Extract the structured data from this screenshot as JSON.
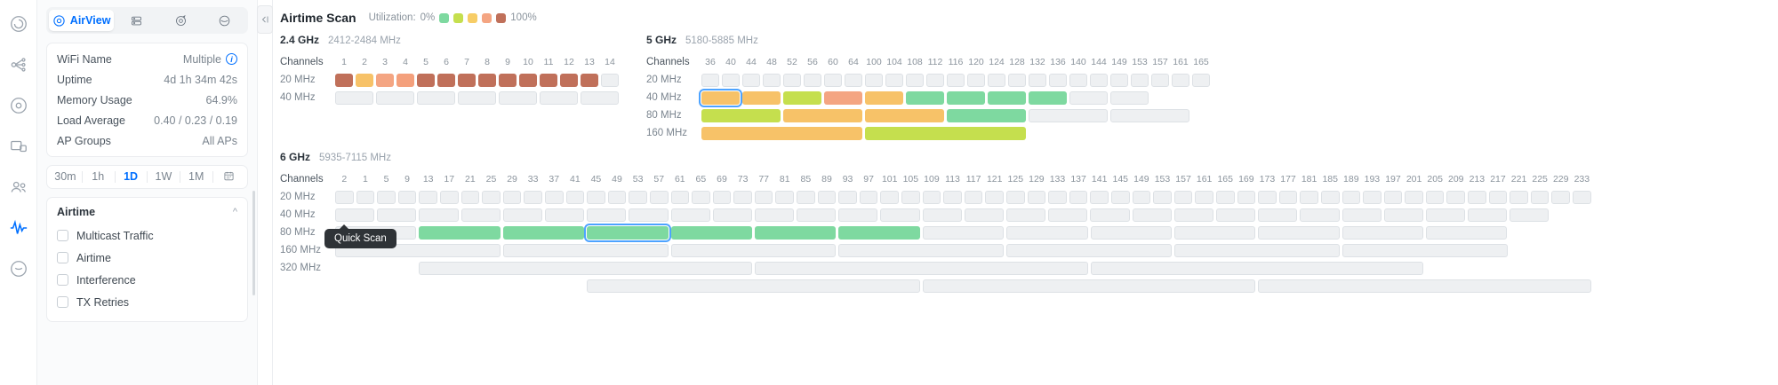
{
  "rail": {
    "items": [
      {
        "name": "dashboard-icon",
        "active": false
      },
      {
        "name": "topology-icon",
        "active": false
      },
      {
        "name": "devices-icon",
        "active": false
      },
      {
        "name": "clients-icon",
        "active": false
      },
      {
        "name": "users-icon",
        "active": false
      },
      {
        "name": "insights-icon",
        "active": true
      },
      {
        "name": "settings-icon",
        "active": false
      }
    ]
  },
  "panel": {
    "tabs": [
      {
        "label": "AirView",
        "icon": "airview-icon",
        "active": true
      },
      {
        "label": "",
        "icon": "list-icon",
        "active": false
      },
      {
        "label": "",
        "icon": "target-icon",
        "active": false
      },
      {
        "label": "",
        "icon": "smile-icon",
        "active": false
      }
    ],
    "stats": [
      {
        "key": "WiFi Name",
        "value": "Multiple",
        "info": true
      },
      {
        "key": "Uptime",
        "value": "4d 1h 34m 42s",
        "info": false
      },
      {
        "key": "Memory Usage",
        "value": "64.9%",
        "info": false
      },
      {
        "key": "Load Average",
        "value": "0.40 / 0.23 / 0.19",
        "info": false
      },
      {
        "key": "AP Groups",
        "value": "All APs",
        "info": false
      }
    ],
    "ranges": [
      {
        "label": "30m",
        "active": false
      },
      {
        "label": "1h",
        "active": false
      },
      {
        "label": "1D",
        "active": true
      },
      {
        "label": "1W",
        "active": false
      },
      {
        "label": "1M",
        "active": false
      }
    ],
    "calendar_icon": "calendar-icon",
    "airtime": {
      "title": "Airtime",
      "collapse_icon": "chevron-up-icon",
      "checkboxes": [
        {
          "label": "Multicast Traffic",
          "checked": false
        },
        {
          "label": "Airtime",
          "checked": false
        },
        {
          "label": "Interference",
          "checked": false
        },
        {
          "label": "TX Retries",
          "checked": false
        }
      ]
    }
  },
  "collapse_button": {
    "name": "collapse-panel-button",
    "glyph": "←|"
  },
  "main": {
    "title": "Airtime Scan",
    "utilization": {
      "label": "Utilization:",
      "min": "0%",
      "max": "100%",
      "scale_colors": [
        "#7ed9a0",
        "#c5df4e",
        "#f7cd66",
        "#f4a582",
        "#c0705a"
      ]
    },
    "tooltip": {
      "text": "Quick Scan"
    },
    "colors": {
      "empty_fill": "#eef0f2",
      "empty_border": "#dde1e5",
      "selection": "#4da3ff",
      "green": "#7ed9a0",
      "lime": "#c5df4e",
      "amber": "#f7c268",
      "salmon": "#f4a582",
      "brown": "#c07a63",
      "rust": "#bf7158"
    }
  },
  "chart_data": {
    "type": "heatmap",
    "title": "Airtime Scan",
    "legend": {
      "label": "Utilization:",
      "min": "0%",
      "max": "100%",
      "position": "top"
    },
    "bands": [
      {
        "name": "2.4 GHz",
        "freq": "2412-2484 MHz",
        "channels_label": "Channels",
        "channels": [
          1,
          2,
          3,
          4,
          5,
          6,
          7,
          8,
          9,
          10,
          11,
          12,
          13,
          14
        ],
        "rows": [
          {
            "label": "20 MHz",
            "span": 1,
            "cells": [
              {
                "w": 1,
                "color": "#c0705a"
              },
              {
                "w": 1,
                "color": "#f7c268"
              },
              {
                "w": 1,
                "color": "#f4a582"
              },
              {
                "w": 1,
                "color": "#f4a07c"
              },
              {
                "w": 1,
                "color": "#c0705a"
              },
              {
                "w": 1,
                "color": "#c0705a"
              },
              {
                "w": 1,
                "color": "#c0705a"
              },
              {
                "w": 1,
                "color": "#c0705a"
              },
              {
                "w": 1,
                "color": "#c0705a"
              },
              {
                "w": 1,
                "color": "#c0705a"
              },
              {
                "w": 1,
                "color": "#c0705a"
              },
              {
                "w": 1,
                "color": "#c0705a"
              },
              {
                "w": 1,
                "color": "#c0705a"
              },
              {
                "w": 1,
                "color": null
              }
            ]
          },
          {
            "label": "40 MHz",
            "span": 2,
            "cells": [
              {
                "w": 2,
                "color": null
              },
              {
                "w": 2,
                "color": null
              },
              {
                "w": 2,
                "color": null
              },
              {
                "w": 2,
                "color": null
              },
              {
                "w": 2,
                "color": null
              },
              {
                "w": 2,
                "color": null
              },
              {
                "w": 2,
                "color": null
              }
            ]
          }
        ]
      },
      {
        "name": "5 GHz",
        "freq": "5180-5885 MHz",
        "channels_label": "Channels",
        "channels": [
          36,
          40,
          44,
          48,
          52,
          56,
          60,
          64,
          100,
          104,
          108,
          112,
          116,
          120,
          124,
          128,
          132,
          136,
          140,
          144,
          149,
          153,
          157,
          161,
          165
        ],
        "rows": [
          {
            "label": "20 MHz",
            "span": 1,
            "cells": [
              {
                "w": 1,
                "color": null
              },
              {
                "w": 1,
                "color": null
              },
              {
                "w": 1,
                "color": null
              },
              {
                "w": 1,
                "color": null
              },
              {
                "w": 1,
                "color": null
              },
              {
                "w": 1,
                "color": null
              },
              {
                "w": 1,
                "color": null
              },
              {
                "w": 1,
                "color": null
              },
              {
                "w": 1,
                "color": null
              },
              {
                "w": 1,
                "color": null
              },
              {
                "w": 1,
                "color": null
              },
              {
                "w": 1,
                "color": null
              },
              {
                "w": 1,
                "color": null
              },
              {
                "w": 1,
                "color": null
              },
              {
                "w": 1,
                "color": null
              },
              {
                "w": 1,
                "color": null
              },
              {
                "w": 1,
                "color": null
              },
              {
                "w": 1,
                "color": null
              },
              {
                "w": 1,
                "color": null
              },
              {
                "w": 1,
                "color": null
              },
              {
                "w": 1,
                "color": null
              },
              {
                "w": 1,
                "color": null
              },
              {
                "w": 1,
                "color": null
              },
              {
                "w": 1,
                "color": null
              },
              {
                "w": 1,
                "color": null
              }
            ]
          },
          {
            "label": "40 MHz",
            "span": 2,
            "cells": [
              {
                "w": 2,
                "color": "#f7c268",
                "selected": true
              },
              {
                "w": 2,
                "color": "#f7c268"
              },
              {
                "w": 2,
                "color": "#c5df4e"
              },
              {
                "w": 2,
                "color": "#f4a582"
              },
              {
                "w": 2,
                "color": "#f7c268"
              },
              {
                "w": 2,
                "color": "#7ed9a0"
              },
              {
                "w": 2,
                "color": "#7ed9a0"
              },
              {
                "w": 2,
                "color": "#7ed9a0"
              },
              {
                "w": 2,
                "color": "#7ed9a0"
              },
              {
                "w": 2,
                "color": null
              },
              {
                "w": 2,
                "color": null
              }
            ]
          },
          {
            "label": "80 MHz",
            "span": 4,
            "cells": [
              {
                "w": 4,
                "color": "#c5df4e"
              },
              {
                "w": 4,
                "color": "#f7c268"
              },
              {
                "w": 4,
                "color": "#f7c268"
              },
              {
                "w": 4,
                "color": "#7ed9a0"
              },
              {
                "w": 4,
                "color": null
              },
              {
                "w": 4,
                "color": null
              }
            ]
          },
          {
            "label": "160 MHz",
            "span": 8,
            "cells": [
              {
                "w": 8,
                "color": "#f7c268"
              },
              {
                "w": 8,
                "color": "#c5df4e"
              }
            ]
          }
        ]
      },
      {
        "name": "6 GHz",
        "freq": "5935-7115 MHz",
        "channels_label": "Channels",
        "channels": [
          2,
          1,
          5,
          9,
          13,
          17,
          21,
          25,
          29,
          33,
          37,
          41,
          45,
          49,
          53,
          57,
          61,
          65,
          69,
          73,
          77,
          81,
          85,
          89,
          93,
          97,
          101,
          105,
          109,
          113,
          117,
          121,
          125,
          129,
          133,
          137,
          141,
          145,
          149,
          153,
          157,
          161,
          165,
          169,
          173,
          177,
          181,
          185,
          189,
          193,
          197,
          201,
          205,
          209,
          213,
          217,
          221,
          225,
          229,
          233
        ],
        "rows": [
          {
            "label": "20 MHz",
            "span": 1,
            "count": 60,
            "cells": []
          },
          {
            "label": "40 MHz",
            "span": 2,
            "count": 29,
            "cells": []
          },
          {
            "label": "80 MHz",
            "span": 4,
            "count": 14,
            "cells": [
              {
                "w": 4,
                "color": null
              },
              {
                "w": 4,
                "color": "#7ed9a0"
              },
              {
                "w": 4,
                "color": "#7ed9a0"
              },
              {
                "w": 4,
                "color": "#7ed9a0",
                "selected": true
              },
              {
                "w": 4,
                "color": "#7ed9a0"
              },
              {
                "w": 4,
                "color": "#7ed9a0"
              },
              {
                "w": 4,
                "color": "#7ed9a0"
              },
              {
                "w": 4,
                "color": null
              },
              {
                "w": 4,
                "color": null
              },
              {
                "w": 4,
                "color": null
              },
              {
                "w": 4,
                "color": null
              },
              {
                "w": 4,
                "color": null
              },
              {
                "w": 4,
                "color": null
              },
              {
                "w": 4,
                "color": null
              }
            ]
          },
          {
            "label": "160 MHz",
            "span": 8,
            "count": 7,
            "cells": []
          },
          {
            "label": "320 MHz",
            "span": 16,
            "count": 3,
            "offset": 4,
            "cells": []
          },
          {
            "label": "",
            "span": 16,
            "count": 3,
            "offset": 12,
            "cells": []
          }
        ]
      }
    ]
  }
}
